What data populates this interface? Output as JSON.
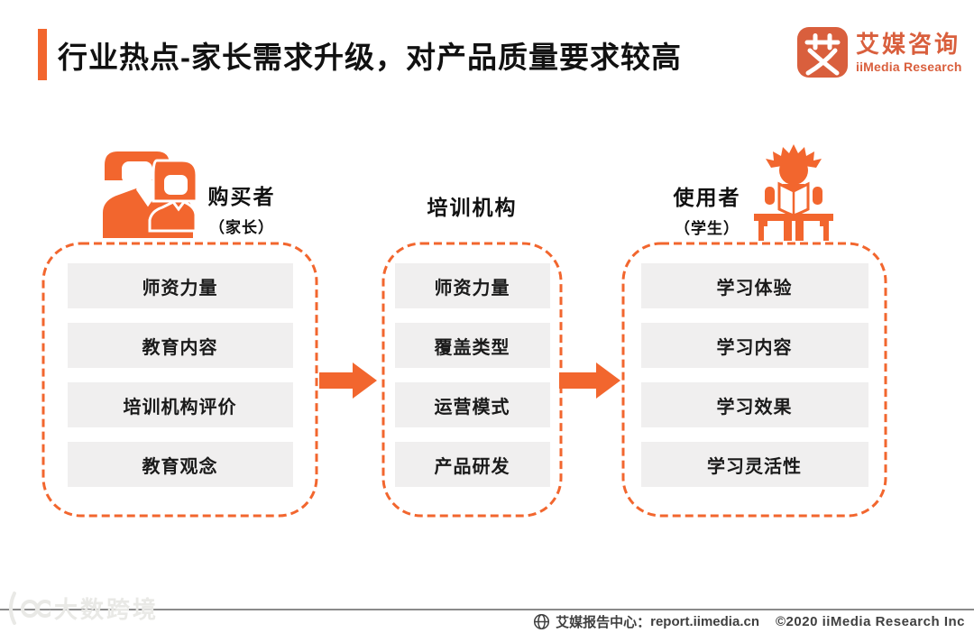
{
  "title": {
    "text": "行业热点-家长需求升级，对产品质量要求较高"
  },
  "logo": {
    "name_cn": "艾媒咨询",
    "name_en": "iiMedia Research"
  },
  "columns": [
    {
      "role": "购买者",
      "role_sub": "（家长）",
      "icon": "parents-icon",
      "items": [
        "师资力量",
        "教育内容",
        "培训机构评价",
        "教育观念"
      ]
    },
    {
      "role": "培训机构",
      "role_sub": "",
      "icon": "",
      "items": [
        "师资力量",
        "覆盖类型",
        "运营模式",
        "产品研发"
      ]
    },
    {
      "role": "使用者",
      "role_sub": "（学生）",
      "icon": "student-icon",
      "items": [
        "学习体验",
        "学习内容",
        "学习效果",
        "学习灵活性"
      ]
    }
  ],
  "footer": {
    "watermark": "大数跨境",
    "report_label": "艾媒报告中心：",
    "report_url": "report.iimedia.cn",
    "copyright": "©2020   iiMedia Research  Inc"
  },
  "colors": {
    "accent": "#F2662E",
    "logo_orange": "#D95F3D",
    "item_bg": "#F0EFEF",
    "watermark_gray": "#E9E9E6",
    "divider_gray": "#8A8A8A",
    "footer_text": "#404040"
  }
}
